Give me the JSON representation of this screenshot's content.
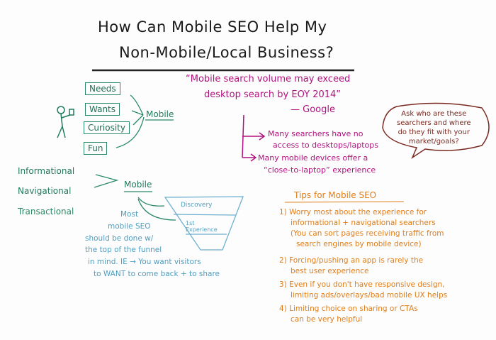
{
  "title": {
    "line1": "How Can Mobile SEO Help My",
    "line2": "Non-Mobile/Local Business?"
  },
  "needs_diagram": {
    "boxes": [
      "Needs",
      "Wants",
      "Curiosity",
      "Fun"
    ],
    "mobile_label": "Mobile"
  },
  "search_types": {
    "items": [
      "Informational",
      "Navigational",
      "Transactional"
    ],
    "mobile_label": "Mobile"
  },
  "funnel": {
    "stages": [
      "Discovery",
      "1st Experience"
    ]
  },
  "funnel_note": [
    "Most",
    "mobile SEO",
    "should be done w/",
    "the top of the funnel",
    "in mind. IE → You want visitors",
    "to WANT to come back + to share"
  ],
  "quote": {
    "line1": "“Mobile search volume may exceed",
    "line2": "desktop search by EOY 2014”",
    "source": "— Google"
  },
  "points": [
    {
      "line1": "Many searchers have no",
      "line2": "access to desktops/laptops"
    },
    {
      "line1": "Many mobile devices offer a",
      "line2": "“close-to-laptop” experience"
    }
  ],
  "bubble": [
    "Ask who are these",
    "searchers and where",
    "do they fit with your",
    "market/goals?"
  ],
  "tips": {
    "title": "Tips for Mobile SEO",
    "items": [
      {
        "num": "1)",
        "lines": [
          "Worry most about the experience for",
          "informational + navigational searchers",
          "(You can sort pages receiving traffic from",
          "search engines by mobile device)"
        ]
      },
      {
        "num": "2)",
        "lines": [
          "Forcing/pushing an app is rarely the",
          "best user experience"
        ]
      },
      {
        "num": "3)",
        "lines": [
          "Even if you don't have responsive design,",
          "limiting ads/overlays/bad mobile UX helps"
        ]
      },
      {
        "num": "4)",
        "lines": [
          "Limiting choice on sharing or CTAs",
          "can be very helpful"
        ]
      }
    ]
  }
}
